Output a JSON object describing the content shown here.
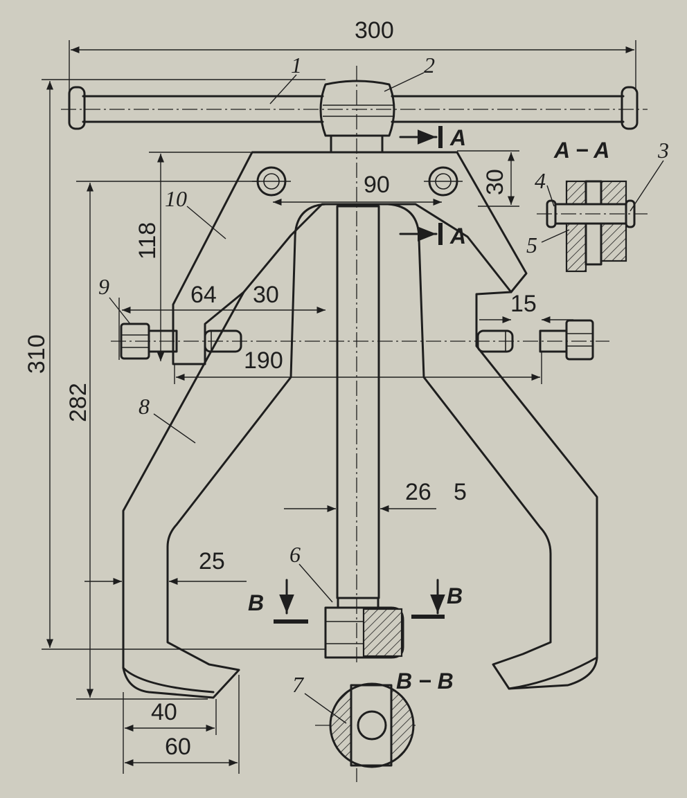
{
  "dimensions": {
    "d300": "300",
    "d310": "310",
    "d282": "282",
    "d118": "118",
    "d90": "90",
    "d30_top": "30",
    "d64": "64",
    "d30_mid": "30",
    "d15": "15",
    "d190": "190",
    "d26": "26",
    "d5": "5",
    "d25": "25",
    "d40": "40",
    "d60": "60"
  },
  "part_labels": {
    "p1": "1",
    "p2": "2",
    "p3": "3",
    "p4": "4",
    "p5": "5",
    "p6": "6",
    "p7": "7",
    "p8": "8",
    "p9": "9",
    "p10": "10"
  },
  "section_labels": {
    "a_marker_top": "A",
    "a_marker_bottom": "A",
    "a_section_title": "A − A",
    "b_marker_left": "B",
    "b_marker_right": "B",
    "b_section_title": "B − B"
  },
  "colors": {
    "paper": "#cfcdc1",
    "ink": "#1e1e1e"
  }
}
